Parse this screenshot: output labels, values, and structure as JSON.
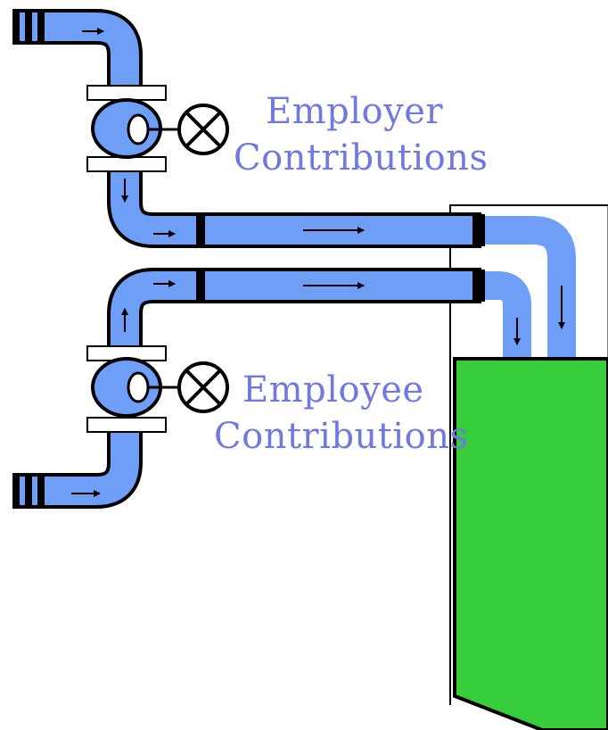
{
  "labels": {
    "employer": {
      "line1": "Employer",
      "line2": "Contributions"
    },
    "employee": {
      "line1": "Employee",
      "line2": "Contributions"
    }
  },
  "colors": {
    "pipe": "#6e9ef6",
    "pipe_outline": "#000000",
    "tank_water": "#36cc3a",
    "label_text": "#6f79e0",
    "background": "#ffffff"
  },
  "icons": {
    "valve_handle": "valve-wheel-icon",
    "flow_arrow": "arrow-right-icon"
  }
}
